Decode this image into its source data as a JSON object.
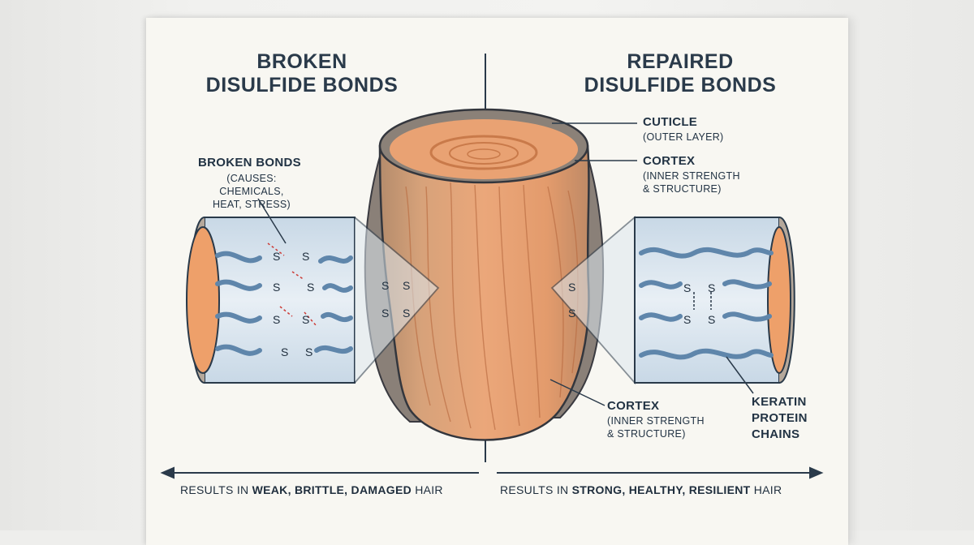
{
  "left_panel": {
    "title_line1": "BROKEN",
    "title_line2": "DISULFIDE BONDS",
    "broken_bonds_label": "BROKEN BONDS",
    "broken_bonds_sub_line1": "(CAUSES: CHEMICALS,",
    "broken_bonds_sub_line2": "HEAT, STRESS)",
    "result_prefix": "RESULTS IN ",
    "result_bold": "WEAK, BRITTLE, DAMAGED",
    "result_suffix": " HAIR"
  },
  "right_panel": {
    "title_line1": "REPAIRED",
    "title_line2": "DISULFIDE BONDS",
    "cuticle_label": "CUTICLE",
    "cuticle_sub": "(OUTER LAYER)",
    "cortex_top_label": "CORTEX",
    "cortex_top_sub_line1": "(INNER STRENGTH",
    "cortex_top_sub_line2": "& STRUCTURE)",
    "cortex_bottom_label": "CORTEX",
    "cortex_bottom_sub_line1": "(INNER STRENGTH",
    "cortex_bottom_sub_line2": "& STRUCTURE)",
    "keratin_line1": "KERATIN",
    "keratin_line2": "PROTEIN",
    "keratin_line3": "CHAINS",
    "result_prefix": "RESULTS IN ",
    "result_bold": "STRONG, HEALTHY, RESILIENT",
    "result_suffix": " HAIR"
  },
  "bond_symbol": "S",
  "colors": {
    "ink": "#2a3a4a",
    "hair_orange": "#e9a273",
    "hair_brown": "#a98468",
    "protein_blue": "#5f86ab",
    "panel_blue": "#dde8f0",
    "broken_red": "#cc3b36"
  }
}
